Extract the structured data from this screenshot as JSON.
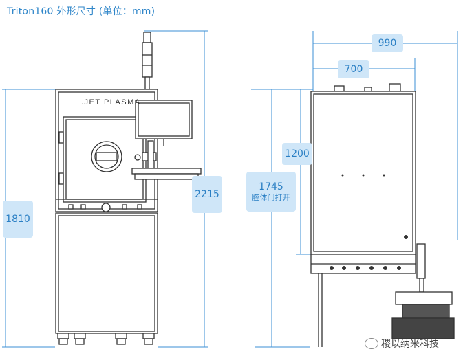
{
  "title": "Triton160 外形尺寸 (单位：mm)",
  "front_view": {
    "brand": ".JET PLASMA",
    "dims": {
      "height_total": "1810",
      "height_top": "2215"
    }
  },
  "side_view": {
    "dims": {
      "width_total": "990",
      "width_body": "700",
      "height_body": "1200",
      "height_open": "1745",
      "height_open_note": "腔体门打开"
    }
  },
  "watermark": "稷以纳米科技",
  "colors": {
    "dim_line": "#3b8fd6",
    "dim_box": "#cfe6f8",
    "dim_text": "#2a7fc4",
    "machine": "#333333"
  }
}
